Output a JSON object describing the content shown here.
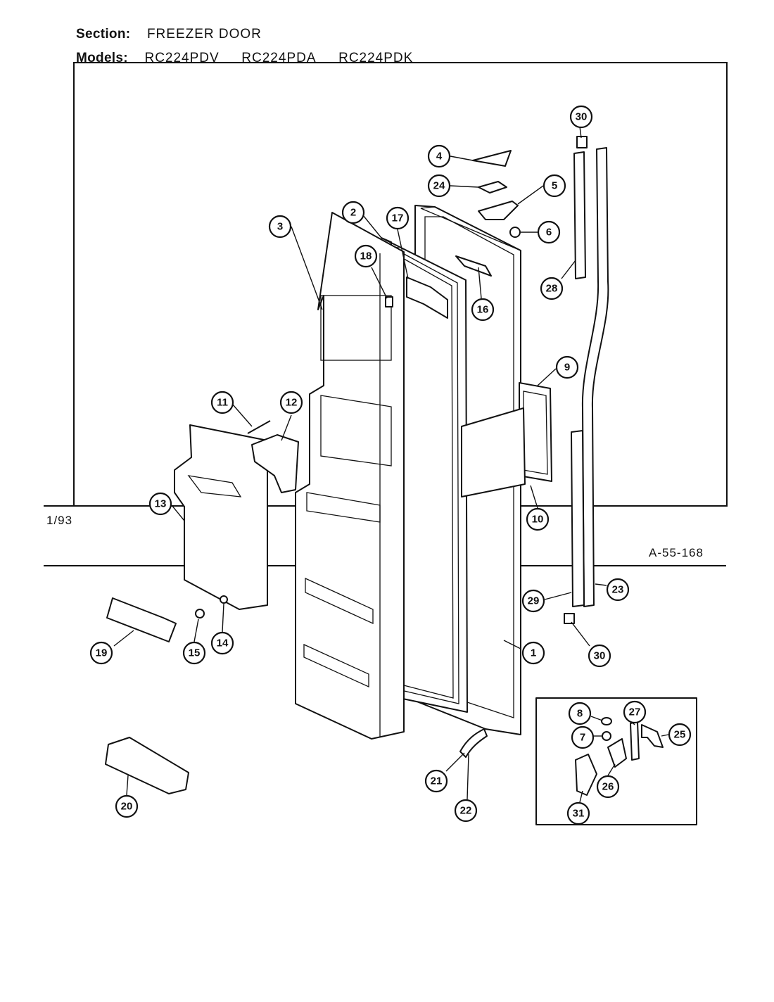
{
  "header": {
    "section_label": "Section:",
    "section_value": "FREEZER DOOR",
    "models_label": "Models:",
    "models": [
      "RC224PDV",
      "RC224PDA",
      "RC224PDK"
    ]
  },
  "footer": {
    "date": "1/93",
    "drawing_number": "A-55-168"
  },
  "callouts": [
    {
      "id": "c30a",
      "label": "30"
    },
    {
      "id": "c4",
      "label": "4"
    },
    {
      "id": "c24",
      "label": "24"
    },
    {
      "id": "c5",
      "label": "5"
    },
    {
      "id": "c6",
      "label": "6"
    },
    {
      "id": "c2",
      "label": "2"
    },
    {
      "id": "c17",
      "label": "17"
    },
    {
      "id": "c18",
      "label": "18"
    },
    {
      "id": "c3",
      "label": "3"
    },
    {
      "id": "c16",
      "label": "16"
    },
    {
      "id": "c28",
      "label": "28"
    },
    {
      "id": "c9",
      "label": "9"
    },
    {
      "id": "c11",
      "label": "11"
    },
    {
      "id": "c12",
      "label": "12"
    },
    {
      "id": "c13",
      "label": "13"
    },
    {
      "id": "c10",
      "label": "10"
    },
    {
      "id": "c23",
      "label": "23"
    },
    {
      "id": "c29",
      "label": "29"
    },
    {
      "id": "c19",
      "label": "19"
    },
    {
      "id": "c15",
      "label": "15"
    },
    {
      "id": "c14",
      "label": "14"
    },
    {
      "id": "c1",
      "label": "1"
    },
    {
      "id": "c30b",
      "label": "30"
    },
    {
      "id": "c8",
      "label": "8"
    },
    {
      "id": "c27",
      "label": "27"
    },
    {
      "id": "c7",
      "label": "7"
    },
    {
      "id": "c25",
      "label": "25"
    },
    {
      "id": "c26",
      "label": "26"
    },
    {
      "id": "c21",
      "label": "21"
    },
    {
      "id": "c31",
      "label": "31"
    },
    {
      "id": "c20",
      "label": "20"
    },
    {
      "id": "c22",
      "label": "22"
    }
  ]
}
